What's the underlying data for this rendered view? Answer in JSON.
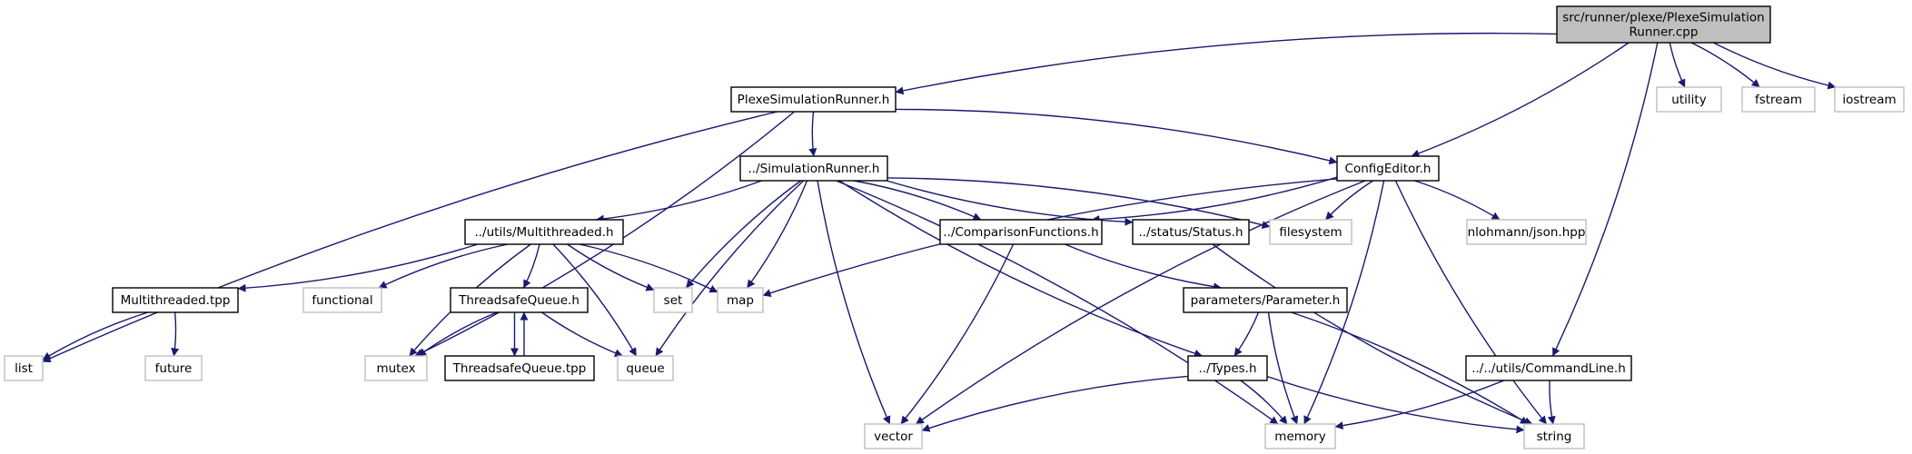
{
  "graph": {
    "colors": {
      "edge": "#191970",
      "source_fill": "#bfbfbf",
      "external_border": "#bfbfbf",
      "local_border": "#000000"
    },
    "nodes": [
      {
        "id": "src",
        "lines": [
          "src/runner/plexe/PlexeSimulation",
          "Runner.cpp"
        ],
        "kind": "source"
      },
      {
        "id": "psr",
        "lines": [
          "PlexeSimulationRunner.h"
        ],
        "kind": "local"
      },
      {
        "id": "utility",
        "lines": [
          "utility"
        ],
        "kind": "external"
      },
      {
        "id": "fstream",
        "lines": [
          "fstream"
        ],
        "kind": "external"
      },
      {
        "id": "iostream",
        "lines": [
          "iostream"
        ],
        "kind": "external"
      },
      {
        "id": "simr",
        "lines": [
          "../SimulationRunner.h"
        ],
        "kind": "local"
      },
      {
        "id": "cfg",
        "lines": [
          "ConfigEditor.h"
        ],
        "kind": "local"
      },
      {
        "id": "mt",
        "lines": [
          "../utils/Multithreaded.h"
        ],
        "kind": "local"
      },
      {
        "id": "cmpf",
        "lines": [
          "../ComparisonFunctions.h"
        ],
        "kind": "local"
      },
      {
        "id": "status",
        "lines": [
          "../status/Status.h"
        ],
        "kind": "local"
      },
      {
        "id": "fs",
        "lines": [
          "filesystem"
        ],
        "kind": "external"
      },
      {
        "id": "json",
        "lines": [
          "nlohmann/json.hpp"
        ],
        "kind": "external"
      },
      {
        "id": "mttpp",
        "lines": [
          "Multithreaded.tpp"
        ],
        "kind": "local"
      },
      {
        "id": "functional",
        "lines": [
          "functional"
        ],
        "kind": "external"
      },
      {
        "id": "tsq",
        "lines": [
          "ThreadsafeQueue.h"
        ],
        "kind": "local"
      },
      {
        "id": "set",
        "lines": [
          "set"
        ],
        "kind": "external"
      },
      {
        "id": "map",
        "lines": [
          "map"
        ],
        "kind": "external"
      },
      {
        "id": "param",
        "lines": [
          "parameters/Parameter.h"
        ],
        "kind": "local"
      },
      {
        "id": "list",
        "lines": [
          "list"
        ],
        "kind": "external"
      },
      {
        "id": "future",
        "lines": [
          "future"
        ],
        "kind": "external"
      },
      {
        "id": "mutex",
        "lines": [
          "mutex"
        ],
        "kind": "external"
      },
      {
        "id": "tsqtpp",
        "lines": [
          "ThreadsafeQueue.tpp"
        ],
        "kind": "local"
      },
      {
        "id": "queue",
        "lines": [
          "queue"
        ],
        "kind": "external"
      },
      {
        "id": "types",
        "lines": [
          "../Types.h"
        ],
        "kind": "local"
      },
      {
        "id": "cmdl",
        "lines": [
          "../../utils/CommandLine.h"
        ],
        "kind": "local"
      },
      {
        "id": "vector",
        "lines": [
          "vector"
        ],
        "kind": "external"
      },
      {
        "id": "memory",
        "lines": [
          "memory"
        ],
        "kind": "external"
      },
      {
        "id": "string",
        "lines": [
          "string"
        ],
        "kind": "external"
      }
    ],
    "edges": [
      [
        "src",
        "psr"
      ],
      [
        "src",
        "cfg"
      ],
      [
        "src",
        "utility"
      ],
      [
        "src",
        "fstream"
      ],
      [
        "src",
        "iostream"
      ],
      [
        "src",
        "cmdl"
      ],
      [
        "psr",
        "simr"
      ],
      [
        "psr",
        "cfg"
      ],
      [
        "psr",
        "list"
      ],
      [
        "psr",
        "mutex"
      ],
      [
        "simr",
        "vector"
      ],
      [
        "simr",
        "mt"
      ],
      [
        "simr",
        "set"
      ],
      [
        "simr",
        "map"
      ],
      [
        "simr",
        "queue"
      ],
      [
        "simr",
        "cmpf"
      ],
      [
        "simr",
        "status"
      ],
      [
        "simr",
        "fs"
      ],
      [
        "simr",
        "types"
      ],
      [
        "simr",
        "memory"
      ],
      [
        "cfg",
        "map"
      ],
      [
        "cfg",
        "cmpf"
      ],
      [
        "cfg",
        "fs"
      ],
      [
        "cfg",
        "json"
      ],
      [
        "cfg",
        "vector"
      ],
      [
        "cfg",
        "memory"
      ],
      [
        "cfg",
        "string"
      ],
      [
        "mt",
        "mttpp"
      ],
      [
        "mt",
        "functional"
      ],
      [
        "mt",
        "tsq"
      ],
      [
        "mt",
        "set"
      ],
      [
        "mt",
        "map"
      ],
      [
        "mt",
        "mutex"
      ],
      [
        "mt",
        "queue"
      ],
      [
        "mttpp",
        "list"
      ],
      [
        "mttpp",
        "future"
      ],
      [
        "tsq",
        "mutex"
      ],
      [
        "tsq",
        "tsqtpp"
      ],
      [
        "tsq",
        "queue"
      ],
      [
        "tsqtpp",
        "tsq"
      ],
      [
        "cmpf",
        "param"
      ],
      [
        "cmpf",
        "vector"
      ],
      [
        "status",
        "string"
      ],
      [
        "param",
        "types"
      ],
      [
        "param",
        "memory"
      ],
      [
        "param",
        "string"
      ],
      [
        "types",
        "vector"
      ],
      [
        "types",
        "memory"
      ],
      [
        "types",
        "string"
      ],
      [
        "cmdl",
        "memory"
      ],
      [
        "cmdl",
        "string"
      ]
    ]
  }
}
